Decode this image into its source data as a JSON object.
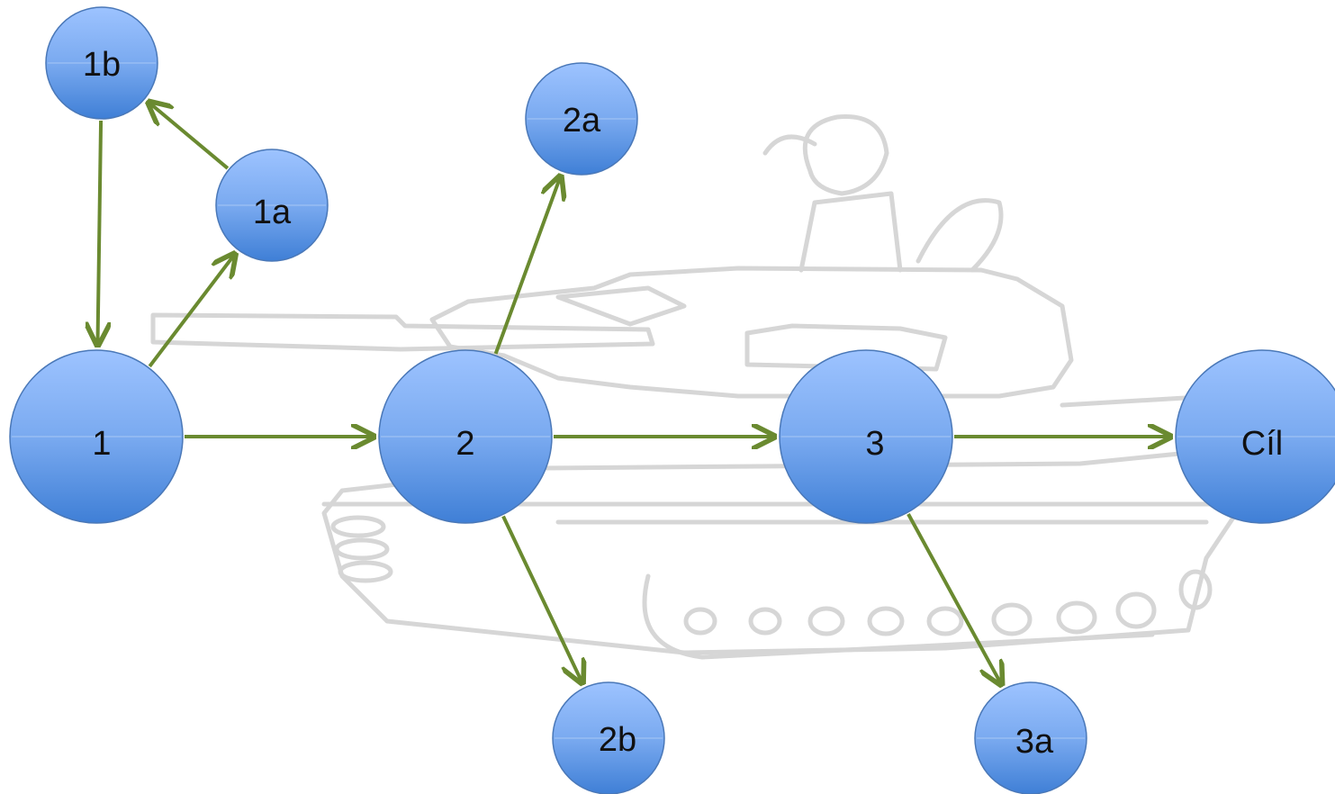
{
  "colors": {
    "node_top": "#9dc3ff",
    "node_bottom": "#3f7fd6",
    "node_border": "#4a78b8",
    "arrow": "#6a8a30",
    "sketch": "#d6d6d6"
  },
  "nodes": [
    {
      "id": "n1",
      "label": "1"
    },
    {
      "id": "n1a",
      "label": "1a"
    },
    {
      "id": "n1b",
      "label": "1b"
    },
    {
      "id": "n2",
      "label": "2"
    },
    {
      "id": "n2a",
      "label": "2a"
    },
    {
      "id": "n2b",
      "label": "2b"
    },
    {
      "id": "n3",
      "label": "3"
    },
    {
      "id": "n3a",
      "label": "3a"
    },
    {
      "id": "cil",
      "label": "Cíl"
    }
  ],
  "edges": [
    {
      "from": "n1",
      "to": "n1a"
    },
    {
      "from": "n1a",
      "to": "n1b"
    },
    {
      "from": "n1b",
      "to": "n1"
    },
    {
      "from": "n1",
      "to": "n2"
    },
    {
      "from": "n2",
      "to": "n2a"
    },
    {
      "from": "n2",
      "to": "n2b"
    },
    {
      "from": "n2",
      "to": "n3"
    },
    {
      "from": "n3",
      "to": "n3a"
    },
    {
      "from": "n3",
      "to": "cil"
    }
  ],
  "background_image": "tank-sketch"
}
